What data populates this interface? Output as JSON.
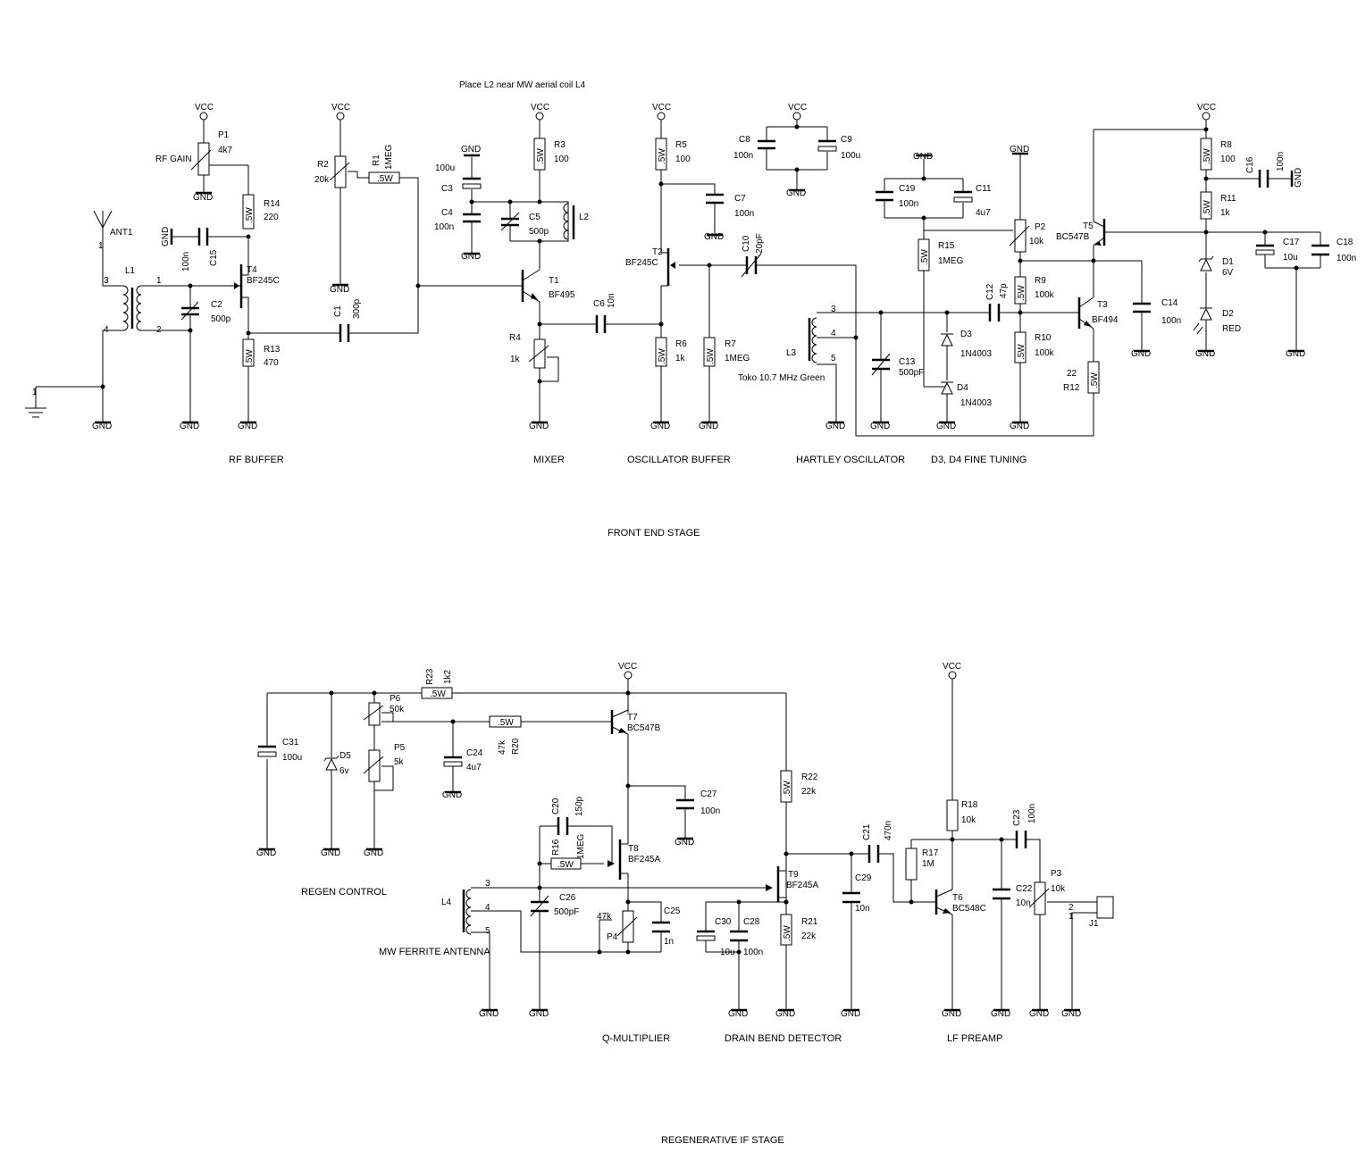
{
  "notes": {
    "place_l2": "Place L2 near MW aerial coil L4",
    "toko": "Toko 10.7 MHz Green"
  },
  "sections": {
    "rf_buffer": "RF BUFFER",
    "mixer": "MIXER",
    "osc_buffer": "OSCILLATOR BUFFER",
    "hartley": "HARTLEY OSCILLATOR",
    "fine_tuning": "D3, D4 FINE TUNING",
    "front_end": "FRONT END STAGE",
    "regen_control": "REGEN CONTROL",
    "mw_ferrite": "MW FERRITE ANTENNA",
    "q_multiplier": "Q-MULTIPLIER",
    "drain_bend": "DRAIN BEND DETECTOR",
    "lf_preamp": "LF PREAMP",
    "regen_if": "REGENERATIVE IF STAGE"
  },
  "nets": {
    "vcc": "VCC",
    "gnd": "GND"
  },
  "resistor_body": ".5W",
  "pins": {
    "one": "1",
    "two": "2",
    "three": "3",
    "four": "4",
    "five": "5"
  },
  "components": {
    "ANT1": {
      "ref": "ANT1"
    },
    "L1": {
      "ref": "L1"
    },
    "C2": {
      "ref": "C2",
      "value": "500p"
    },
    "P1": {
      "ref": "P1",
      "value": "4k7",
      "label": "RF GAIN"
    },
    "R14": {
      "ref": "R14",
      "value": "220"
    },
    "C15": {
      "ref": "C15",
      "value": "100n"
    },
    "T4": {
      "ref": "T4",
      "value": "BF245C"
    },
    "R13": {
      "ref": "R13",
      "value": "470"
    },
    "C1": {
      "ref": "C1",
      "value": "300p"
    },
    "R2": {
      "ref": "R2",
      "value": "20k"
    },
    "R1": {
      "ref": "R1",
      "value": "1MEG"
    },
    "C3": {
      "ref": "C3",
      "value": "100u"
    },
    "C4": {
      "ref": "C4",
      "value": "100n"
    },
    "C5": {
      "ref": "C5",
      "value": "500p"
    },
    "L2": {
      "ref": "L2"
    },
    "R3": {
      "ref": "R3",
      "value": "100"
    },
    "T1": {
      "ref": "T1",
      "value": "BF495"
    },
    "R4": {
      "ref": "R4",
      "value": "1k"
    },
    "C6": {
      "ref": "C6",
      "value": "10n"
    },
    "R5": {
      "ref": "R5",
      "value": "100"
    },
    "C7": {
      "ref": "C7",
      "value": "100n"
    },
    "T2": {
      "ref": "T2",
      "value": "BF245C"
    },
    "C10": {
      "ref": "C10",
      "value": "20pF"
    },
    "R6": {
      "ref": "R6",
      "value": "1k"
    },
    "R7": {
      "ref": "R7",
      "value": "1MEG"
    },
    "C8": {
      "ref": "C8",
      "value": "100n"
    },
    "C9": {
      "ref": "C9",
      "value": "100u"
    },
    "C19": {
      "ref": "C19",
      "value": "100n"
    },
    "C11": {
      "ref": "C11",
      "value": "4u7"
    },
    "R15": {
      "ref": "R15",
      "value": "1MEG"
    },
    "L3": {
      "ref": "L3"
    },
    "C13": {
      "ref": "C13",
      "value": "500pF"
    },
    "D3": {
      "ref": "D3",
      "value": "1N4003"
    },
    "D4": {
      "ref": "D4",
      "value": "1N4003"
    },
    "C12": {
      "ref": "C12",
      "value": "47p"
    },
    "P2": {
      "ref": "P2",
      "value": "10k"
    },
    "R9": {
      "ref": "R9",
      "value": "100k"
    },
    "R10": {
      "ref": "R10",
      "value": "100k"
    },
    "T3": {
      "ref": "T3",
      "value": "BF494"
    },
    "R12": {
      "ref": "R12",
      "value": "22"
    },
    "T5": {
      "ref": "T5",
      "value": "BC547B"
    },
    "C14": {
      "ref": "C14",
      "value": "100n"
    },
    "R8": {
      "ref": "R8",
      "value": "100"
    },
    "C16": {
      "ref": "C16",
      "value": "100n"
    },
    "R11": {
      "ref": "R11",
      "value": "1k"
    },
    "C17": {
      "ref": "C17",
      "value": "10u"
    },
    "C18": {
      "ref": "C18",
      "value": "100n"
    },
    "D1": {
      "ref": "D1",
      "value": "6V"
    },
    "D2": {
      "ref": "D2",
      "value": "RED"
    },
    "C31": {
      "ref": "C31",
      "value": "100u"
    },
    "D5": {
      "ref": "D5",
      "value": "6v"
    },
    "P6": {
      "ref": "P6",
      "value": "50k"
    },
    "P5": {
      "ref": "P5",
      "value": "5k"
    },
    "R23": {
      "ref": "R23",
      "value": "1k2"
    },
    "C24": {
      "ref": "C24",
      "value": "4u7"
    },
    "R20": {
      "ref": "R20",
      "value": "47k"
    },
    "T7": {
      "ref": "T7",
      "value": "BC547B"
    },
    "C27": {
      "ref": "C27",
      "value": "100n"
    },
    "C20": {
      "ref": "C20",
      "value": "150p"
    },
    "R16": {
      "ref": "R16",
      "value": "1MEG"
    },
    "T8": {
      "ref": "T8",
      "value": "BF245A"
    },
    "L4": {
      "ref": "L4"
    },
    "C26": {
      "ref": "C26",
      "value": "500pF"
    },
    "P4": {
      "ref": "P4",
      "value": "47k"
    },
    "C25": {
      "ref": "C25",
      "value": "1n"
    },
    "C30": {
      "ref": "C30",
      "value": "10u"
    },
    "C28": {
      "ref": "C28",
      "value": "100n"
    },
    "R22": {
      "ref": "R22",
      "value": "22k"
    },
    "T9": {
      "ref": "T9",
      "value": "BF245A"
    },
    "R21": {
      "ref": "R21",
      "value": "22k"
    },
    "C21": {
      "ref": "C21",
      "value": "470n"
    },
    "C29": {
      "ref": "C29",
      "value": "10n"
    },
    "R18": {
      "ref": "R18",
      "value": "10k"
    },
    "R17": {
      "ref": "R17",
      "value": "1M"
    },
    "T6": {
      "ref": "T6",
      "value": "BC548C"
    },
    "C23": {
      "ref": "C23",
      "value": "100n"
    },
    "C22": {
      "ref": "C22",
      "value": "10n"
    },
    "P3": {
      "ref": "P3",
      "value": "10k"
    },
    "J1": {
      "ref": "J1"
    }
  }
}
